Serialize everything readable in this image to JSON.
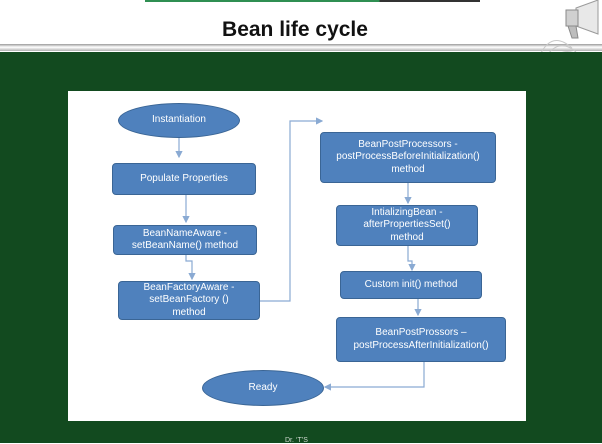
{
  "header": {
    "title": "Bean life cycle"
  },
  "footer": {
    "text": "Dr. ‘T’S"
  },
  "diagram": {
    "nodes": {
      "instantiation": "Instantiation",
      "populate": "Populate Properties",
      "bean_name_aware": "BeanNameAware  -\nsetBeanName() method",
      "bean_factory_aware": "BeanFactoryAware  -\nsetBeanFactory ()\nmethod",
      "post_before": "BeanPostProcessors  -\npostProcessBeforeInitialization()\nmethod",
      "initializing_bean": "IntializingBean  -\nafterPropertiesSet()\nmethod",
      "custom_init": "Custom init() method",
      "post_after": "BeanPostProssors –\npostProcessAfterInitialization()",
      "ready": "Ready"
    }
  },
  "colors": {
    "board": "#124a1f",
    "node_fill": "#4f81bd",
    "node_border": "#3a6595",
    "connector": "#8aaad3"
  }
}
